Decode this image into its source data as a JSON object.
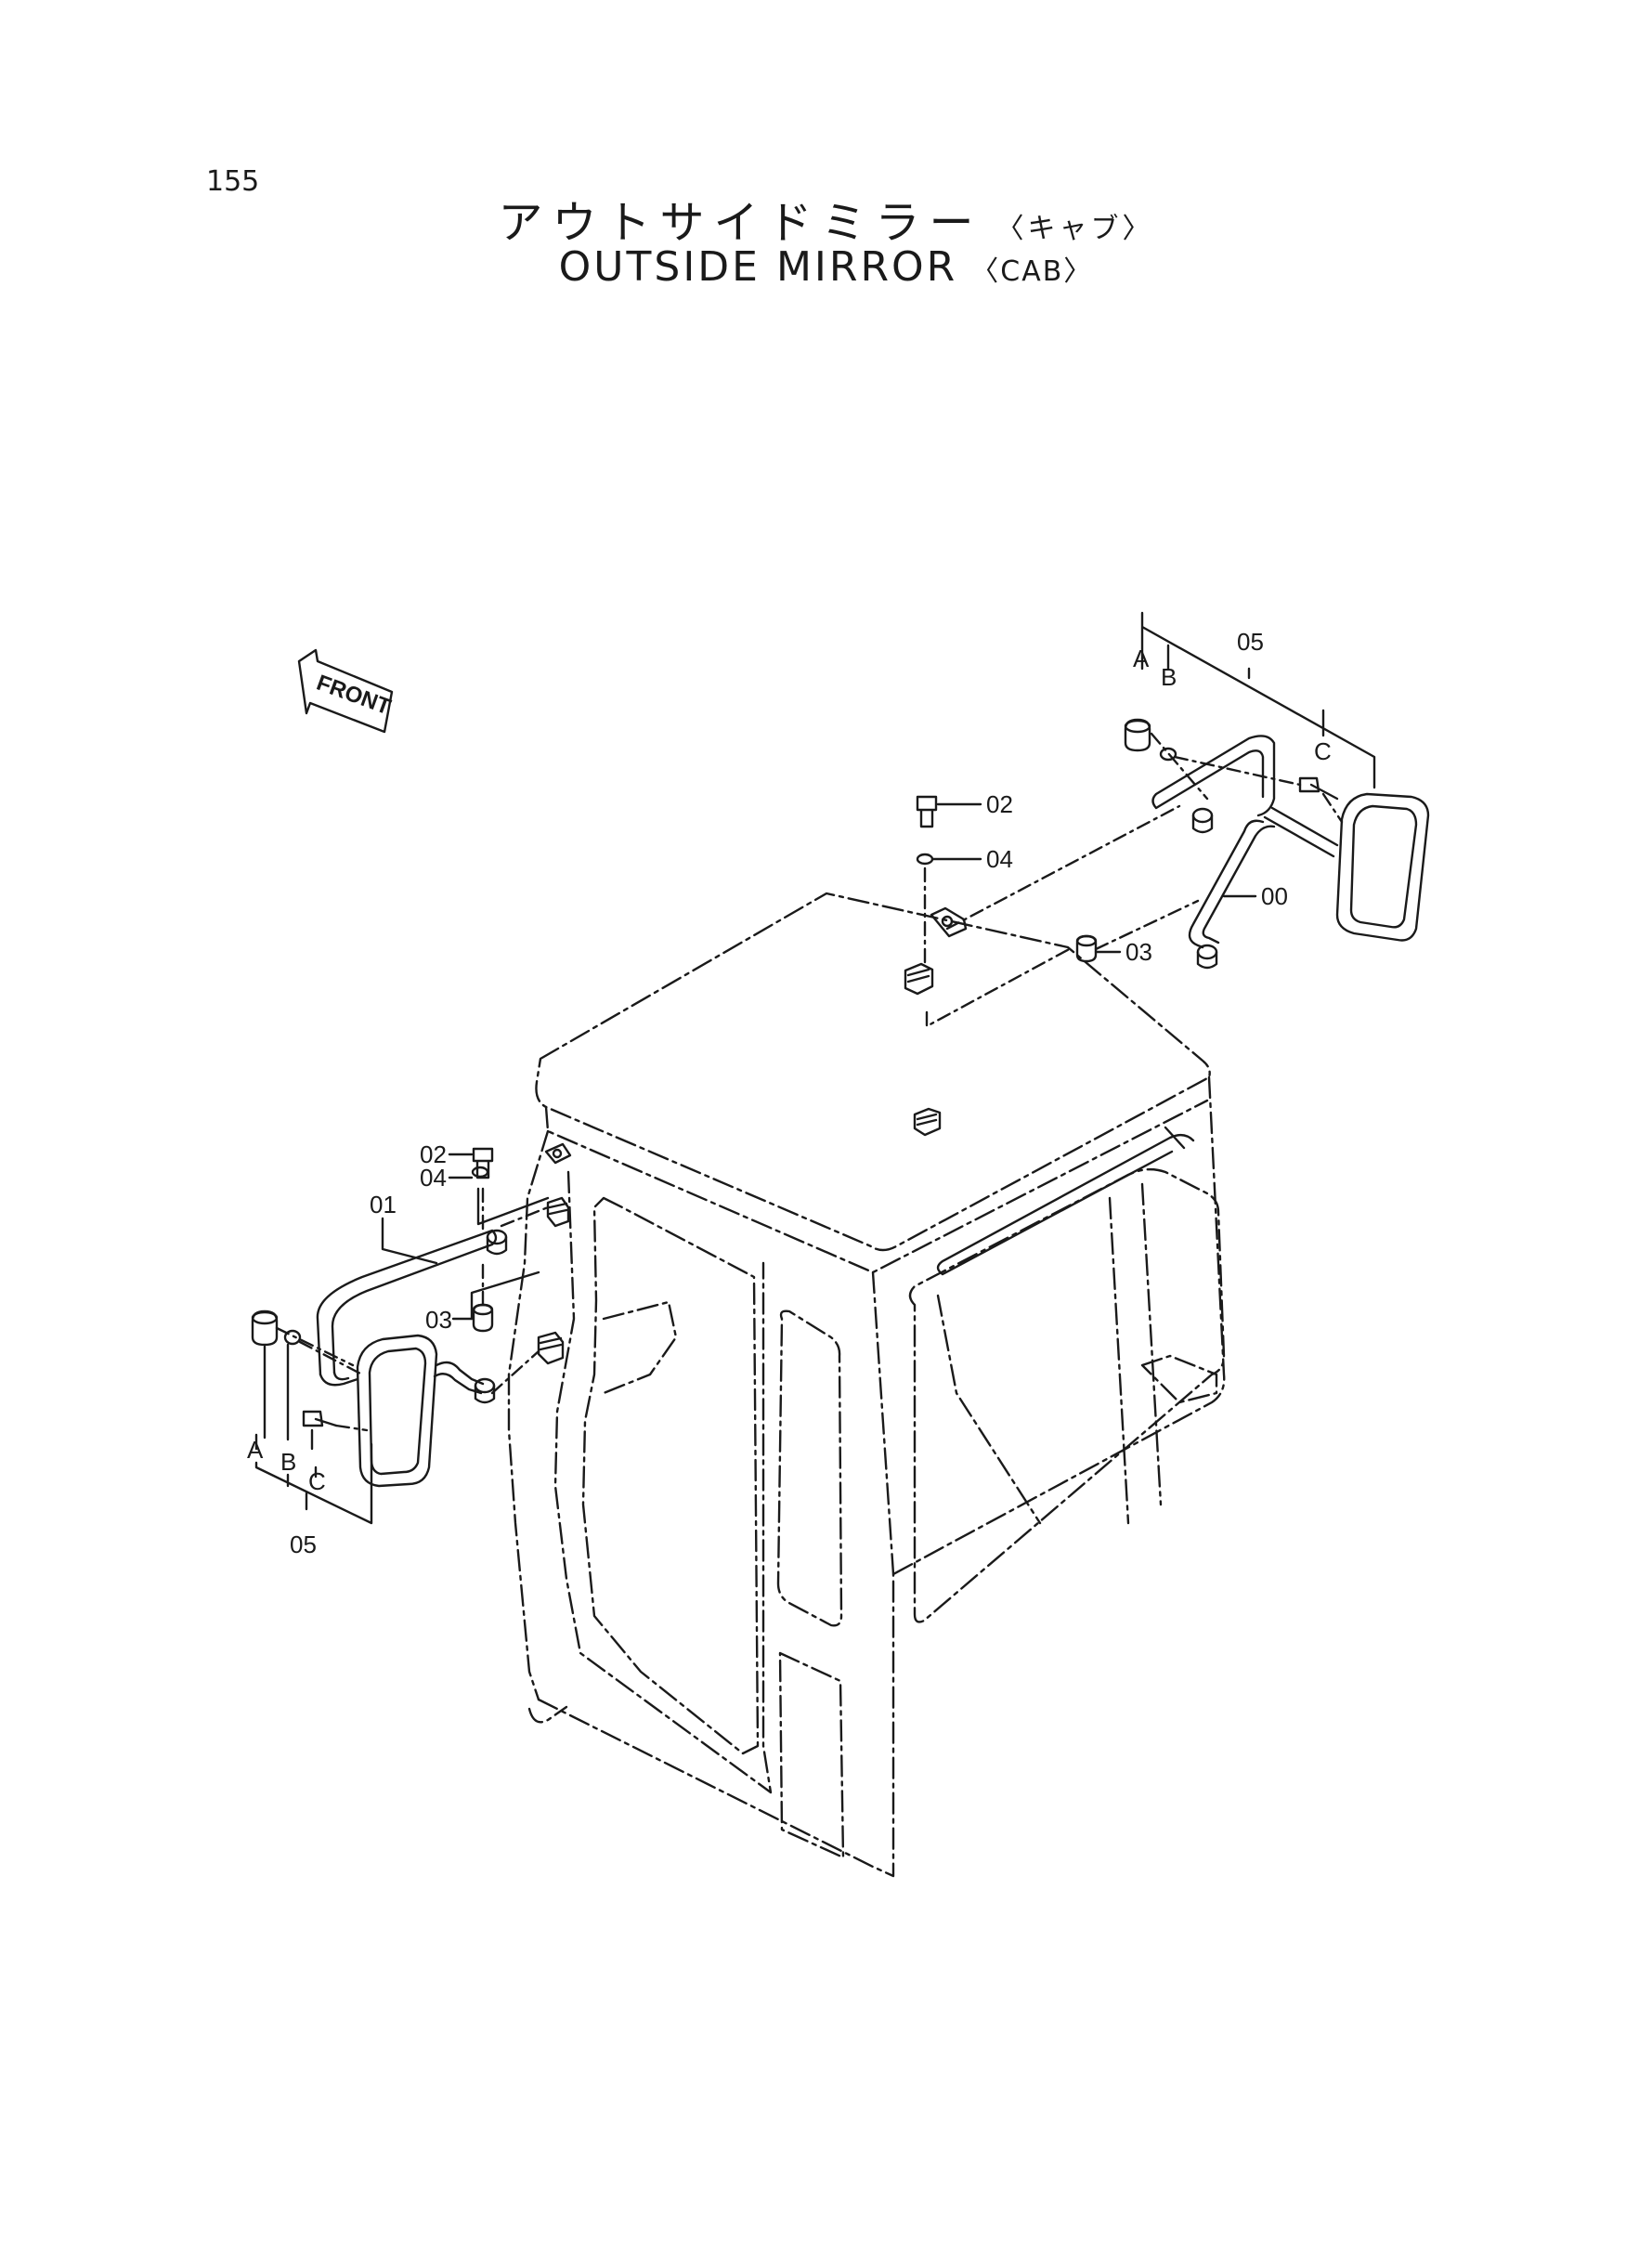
{
  "page": {
    "number": "155"
  },
  "title": {
    "japanese": "アウトサイドミラー",
    "japanese_sub": "〈キャブ〉",
    "english": "OUTSIDE MIRROR",
    "english_sub": "〈CAB〉"
  },
  "front_arrow": {
    "label": "FRONT"
  },
  "right_assembly": {
    "assembly_label": "05",
    "sub_a": "A",
    "sub_b": "B",
    "sub_c": "C",
    "parts": [
      "02",
      "04",
      "00",
      "03"
    ]
  },
  "left_assembly": {
    "assembly_label": "05",
    "sub_a": "A",
    "sub_b": "B",
    "sub_c": "C",
    "parts": [
      "02",
      "04",
      "01",
      "03"
    ]
  },
  "colors": {
    "line": "#1a1a1a",
    "background": "#ffffff"
  }
}
